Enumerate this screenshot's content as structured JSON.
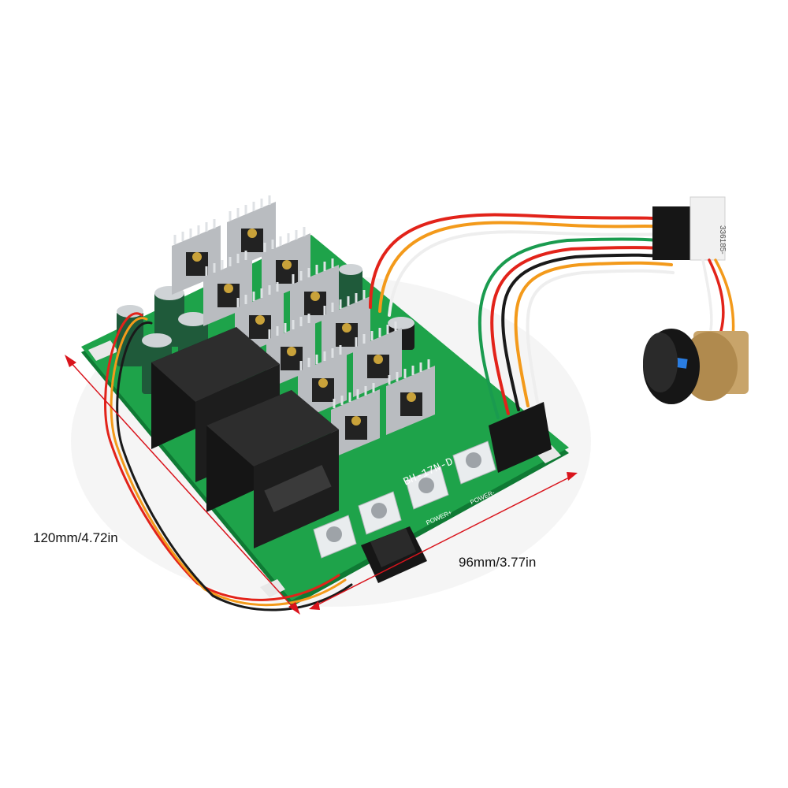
{
  "dimensions": {
    "length_label": "120mm/4.72in",
    "width_label": "96mm/3.77in"
  },
  "board": {
    "silkscreen_model": "BH-17N-D",
    "terminal_labels": [
      "POWER+",
      "POWER-"
    ],
    "connector_marking": "336185-"
  },
  "colors": {
    "pcb": "#1ea34a",
    "pcb_dark": "#0f7a34",
    "heatsink": "#c9ccd0",
    "relay": "#222222",
    "dimension_arrow": "#d9141c",
    "knob": "#1a1a1a",
    "knob_ring": "#2a7de1"
  }
}
